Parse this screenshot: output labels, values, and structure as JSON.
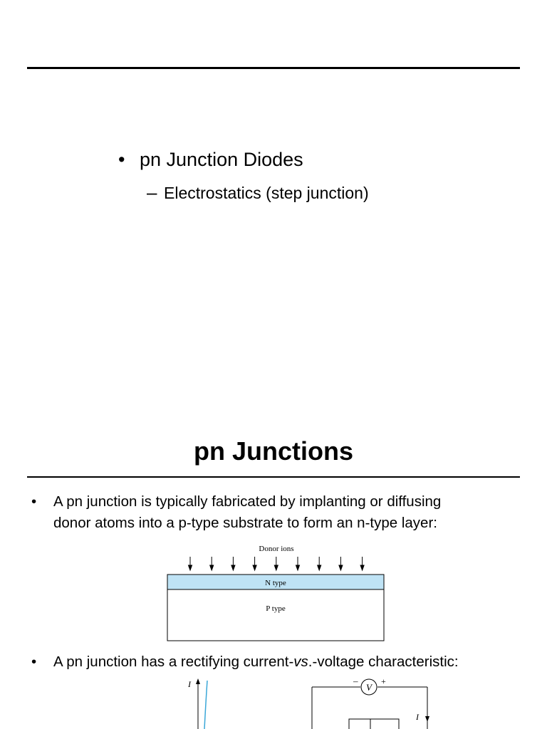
{
  "slide1": {
    "bullet": "pn Junction Diodes",
    "sub_bullet": "Electrostatics (step junction)",
    "bullet_marker": "•",
    "sub_marker": "–"
  },
  "slide2": {
    "title": "pn Junctions",
    "bullet_1_line_1": "A pn junction is typically fabricated by implanting or diffusing",
    "bullet_1_line_2": "donor atoms into a p-type substrate to form an n-type layer:",
    "diagram": {
      "donor_label": "Donor ions",
      "n_label": "N type",
      "p_label": "P type",
      "n_color": "#bfe3f5"
    },
    "bullet_2_pre": "A pn junction has a rectifying current-",
    "bullet_2_italic": "vs",
    "bullet_2_post": ".-voltage  characteristic:",
    "plot": {
      "y_label": "I",
      "curve_color": "#3aa7d8"
    },
    "circuit": {
      "meter": "V",
      "minus": "–",
      "plus": "+",
      "current": "I"
    }
  }
}
